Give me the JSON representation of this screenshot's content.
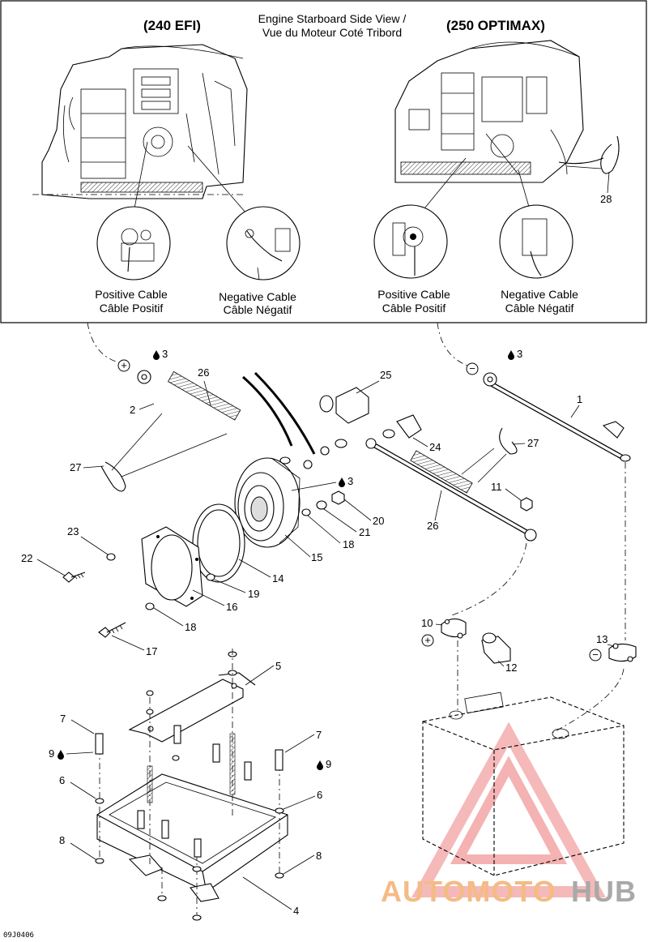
{
  "header": {
    "title_line1": "Engine Starboard Side View /",
    "title_line2": "Vue du Moteur Coté Tribord",
    "left_model": "(240 EFI)",
    "right_model": "(250 OPTIMAX)"
  },
  "callouts": {
    "left_positive_en": "Positive Cable",
    "left_positive_fr": "Câble Positif",
    "left_negative_en": "Negative Cable",
    "left_negative_fr": "Câble Négatif",
    "right_positive_en": "Positive Cable",
    "right_positive_fr": "Câble Positif",
    "right_negative_en": "Negative Cable",
    "right_negative_fr": "Câble Négatif"
  },
  "symbols": {
    "plus": "+",
    "minus": "−",
    "drop_icon": "oil-drop-icon"
  },
  "parts": {
    "p1": "1",
    "p2": "2",
    "p3a": "3",
    "p3b": "3",
    "p3c": "3",
    "p4": "4",
    "p5": "5",
    "p6a": "6",
    "p6b": "6",
    "p7a": "7",
    "p7b": "7",
    "p8a": "8",
    "p8b": "8",
    "p9a": "9",
    "p9b": "9",
    "p10": "10",
    "p11": "11",
    "p12": "12",
    "p13": "13",
    "p14": "14",
    "p15": "15",
    "p16": "16",
    "p17": "17",
    "p18a": "18",
    "p18b": "18",
    "p19": "19",
    "p20": "20",
    "p21": "21",
    "p22": "22",
    "p23": "23",
    "p24": "24",
    "p25": "25",
    "p26a": "26",
    "p26b": "26",
    "p27a": "27",
    "p27b": "27",
    "p28": "28"
  },
  "figure_code": "09J0406",
  "watermark": {
    "part1": "AUTOMOTO",
    "part2": "HUB",
    "color_primary": "#f3b070",
    "color_secondary": "#9b9b9b"
  }
}
